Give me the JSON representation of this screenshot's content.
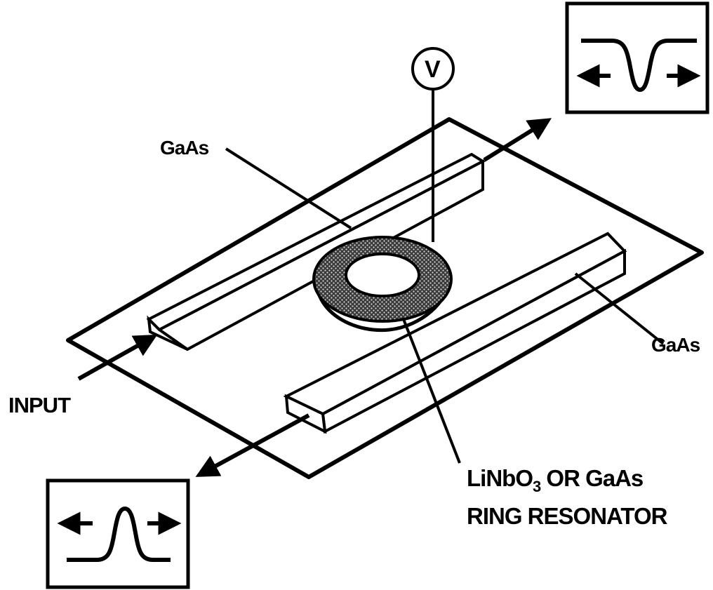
{
  "labels": {
    "gaas_top": "GaAs",
    "gaas_right": "GaAs",
    "input": "INPUT",
    "voltage": "V",
    "resonator_material_prefix": "LiNbO",
    "resonator_material_sub": "3",
    "resonator_material_suffix": " OR GaAs",
    "resonator_name": "RING RESONATOR"
  },
  "colors": {
    "ink": "#000000",
    "background": "#ffffff"
  },
  "icons": {
    "top_right_inset": "notch-dip-spectrum-icon",
    "bottom_left_inset": "peak-spectrum-icon"
  }
}
